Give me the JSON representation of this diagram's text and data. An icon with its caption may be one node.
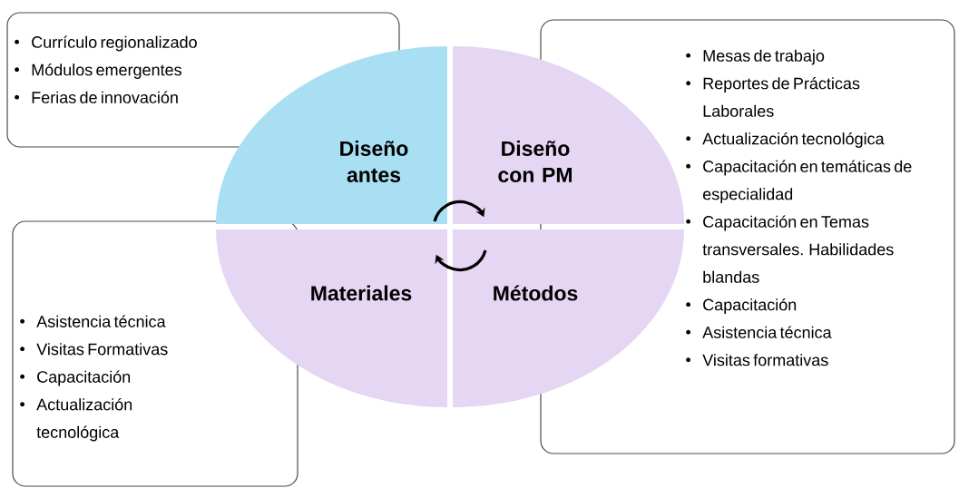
{
  "diagram": {
    "nodes": [
      {
        "text": [
          "Currículo regionalizado",
          "Módulos emergentes",
          "Ferias de innovación"
        ]
      },
      {
        "text": [
          "Diseño antes"
        ]
      },
      {
        "text": [
          "Diseño con PM"
        ]
      },
      {
        "text": [
          "Mesas de trabajo",
          "Reportes de Prácticas Laborales",
          "Actualización tecnológica",
          "Capacitación en temáticas de especialidad",
          "Capacitación en Temas transversales. Habilidades blandas",
          "Capacitación",
          "Asistencia técnica",
          "Visitas formativas"
        ]
      },
      {
        "text": [
          "Materiales"
        ]
      },
      {
        "text": [
          "Métodos"
        ]
      },
      {
        "text": [
          "Asistencia técnica",
          "Visitas Formativas",
          "Capacitación",
          "Actualización tecnológica"
        ]
      }
    ],
    "edges": [
      {
        "from": 1,
        "to": 2,
        "arrow": "to"
      },
      {
        "from": 5,
        "to": 4,
        "arrow": "to"
      }
    ]
  }
}
